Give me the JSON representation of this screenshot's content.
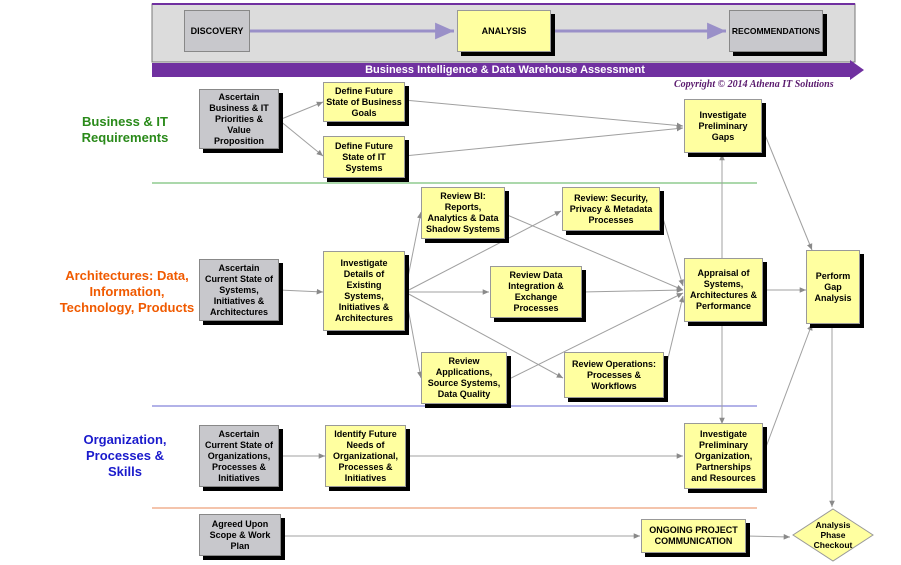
{
  "header": {
    "phases": [
      "DISCOVERY",
      "ANALYSIS",
      "RECOMMENDATIONS"
    ],
    "banner": "Business Intelligence & Data Warehouse Assessment",
    "copyright": "Copyright © 2014 Athena IT Solutions"
  },
  "lanes": {
    "business": "Business & IT Requirements",
    "architectures": "Architectures: Data, Information, Technology, Products",
    "organization": "Organization, Processes & Skills"
  },
  "colors": {
    "business": "#2a8a1a",
    "architectures": "#f05a00",
    "organization": "#1a1acc",
    "banner": "#7030a0",
    "box_yellow": "#ffffa0",
    "box_gray": "#c8c8cc"
  },
  "nodes": {
    "ascertain_business": "Ascertain Business & IT Priorities & Value Proposition",
    "define_future_goals": "Define Future State of Business Goals",
    "define_future_it": "Define Future State of IT Systems",
    "investigate_gaps": "Investigate Preliminary Gaps",
    "ascertain_current_systems": "Ascertain Current State of Systems, Initiatives & Architectures",
    "investigate_details": "Investigate Details of Existing Systems, Initiatives & Architectures",
    "review_bi": "Review BI: Reports, Analytics & Data Shadow Systems",
    "review_security": "Review: Security, Privacy & Metadata Processes",
    "review_data_integration": "Review Data Integration & Exchange Processes",
    "review_applications": "Review Applications, Source Systems, Data Quality",
    "review_operations": "Review Operations: Processes & Workflows",
    "appraisal": "Appraisal of Systems, Architectures & Performance",
    "perform_gap": "Perform Gap Analysis",
    "ascertain_org": "Ascertain Current State of Organizations, Processes & Initiatives",
    "identify_future": "Identify Future Needs of Organizational, Processes & Initiatives",
    "investigate_org": "Investigate Preliminary Organization, Partnerships and Resources",
    "agreed_scope": "Agreed Upon Scope & Work Plan",
    "ongoing_comm": "ONGOING PROJECT COMMUNICATION",
    "checkout": "Analysis Phase Checkout"
  }
}
